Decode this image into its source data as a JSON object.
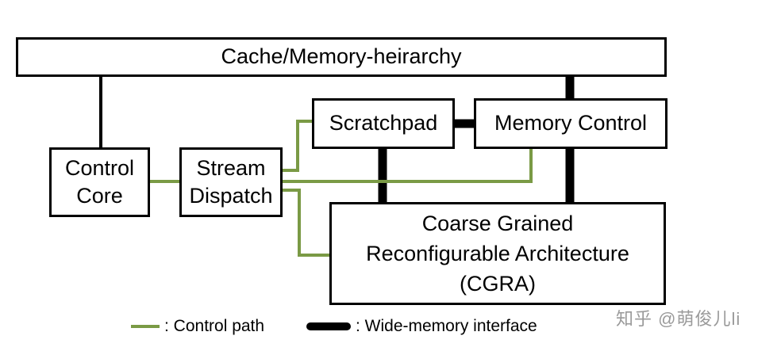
{
  "blocks": {
    "cache": "Cache/Memory-heirarchy",
    "control_core": [
      "Control",
      "Core"
    ],
    "stream_dispatch": [
      "Stream",
      "Dispatch"
    ],
    "scratchpad": "Scratchpad",
    "memory_control": "Memory Control",
    "cgra": [
      "Coarse Grained",
      "Reconfigurable Architecture",
      "(CGRA)"
    ]
  },
  "legend": {
    "control_path": ": Control path",
    "wide_memory": ": Wide-memory interface"
  },
  "colors": {
    "control_path": "#7a9a45",
    "wide_memory": "#000000"
  },
  "watermark": "知乎 @萌俊儿li"
}
